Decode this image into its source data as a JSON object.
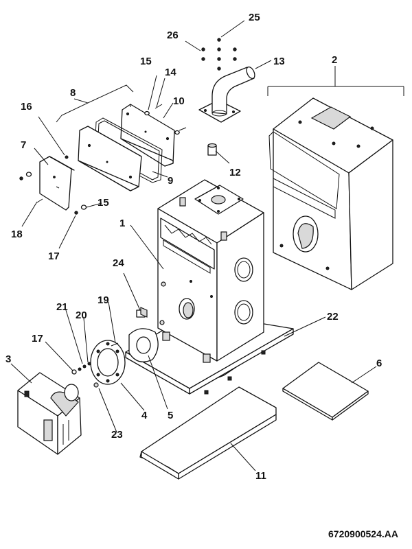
{
  "callouts": {
    "c1": "1",
    "c2": "2",
    "c3": "3",
    "c4": "4",
    "c5": "5",
    "c6": "6",
    "c7": "7",
    "c8": "8",
    "c9": "9",
    "c10": "10",
    "c11": "11",
    "c12": "12",
    "c13": "13",
    "c14": "14",
    "c15a": "15",
    "c15b": "15",
    "c16": "16",
    "c17a": "17",
    "c17b": "17",
    "c18": "18",
    "c19": "19",
    "c20": "20",
    "c21": "21",
    "c22": "22",
    "c23": "23",
    "c24": "24",
    "c25": "25",
    "c26": "26"
  },
  "doc_code": "6720900524.AA"
}
